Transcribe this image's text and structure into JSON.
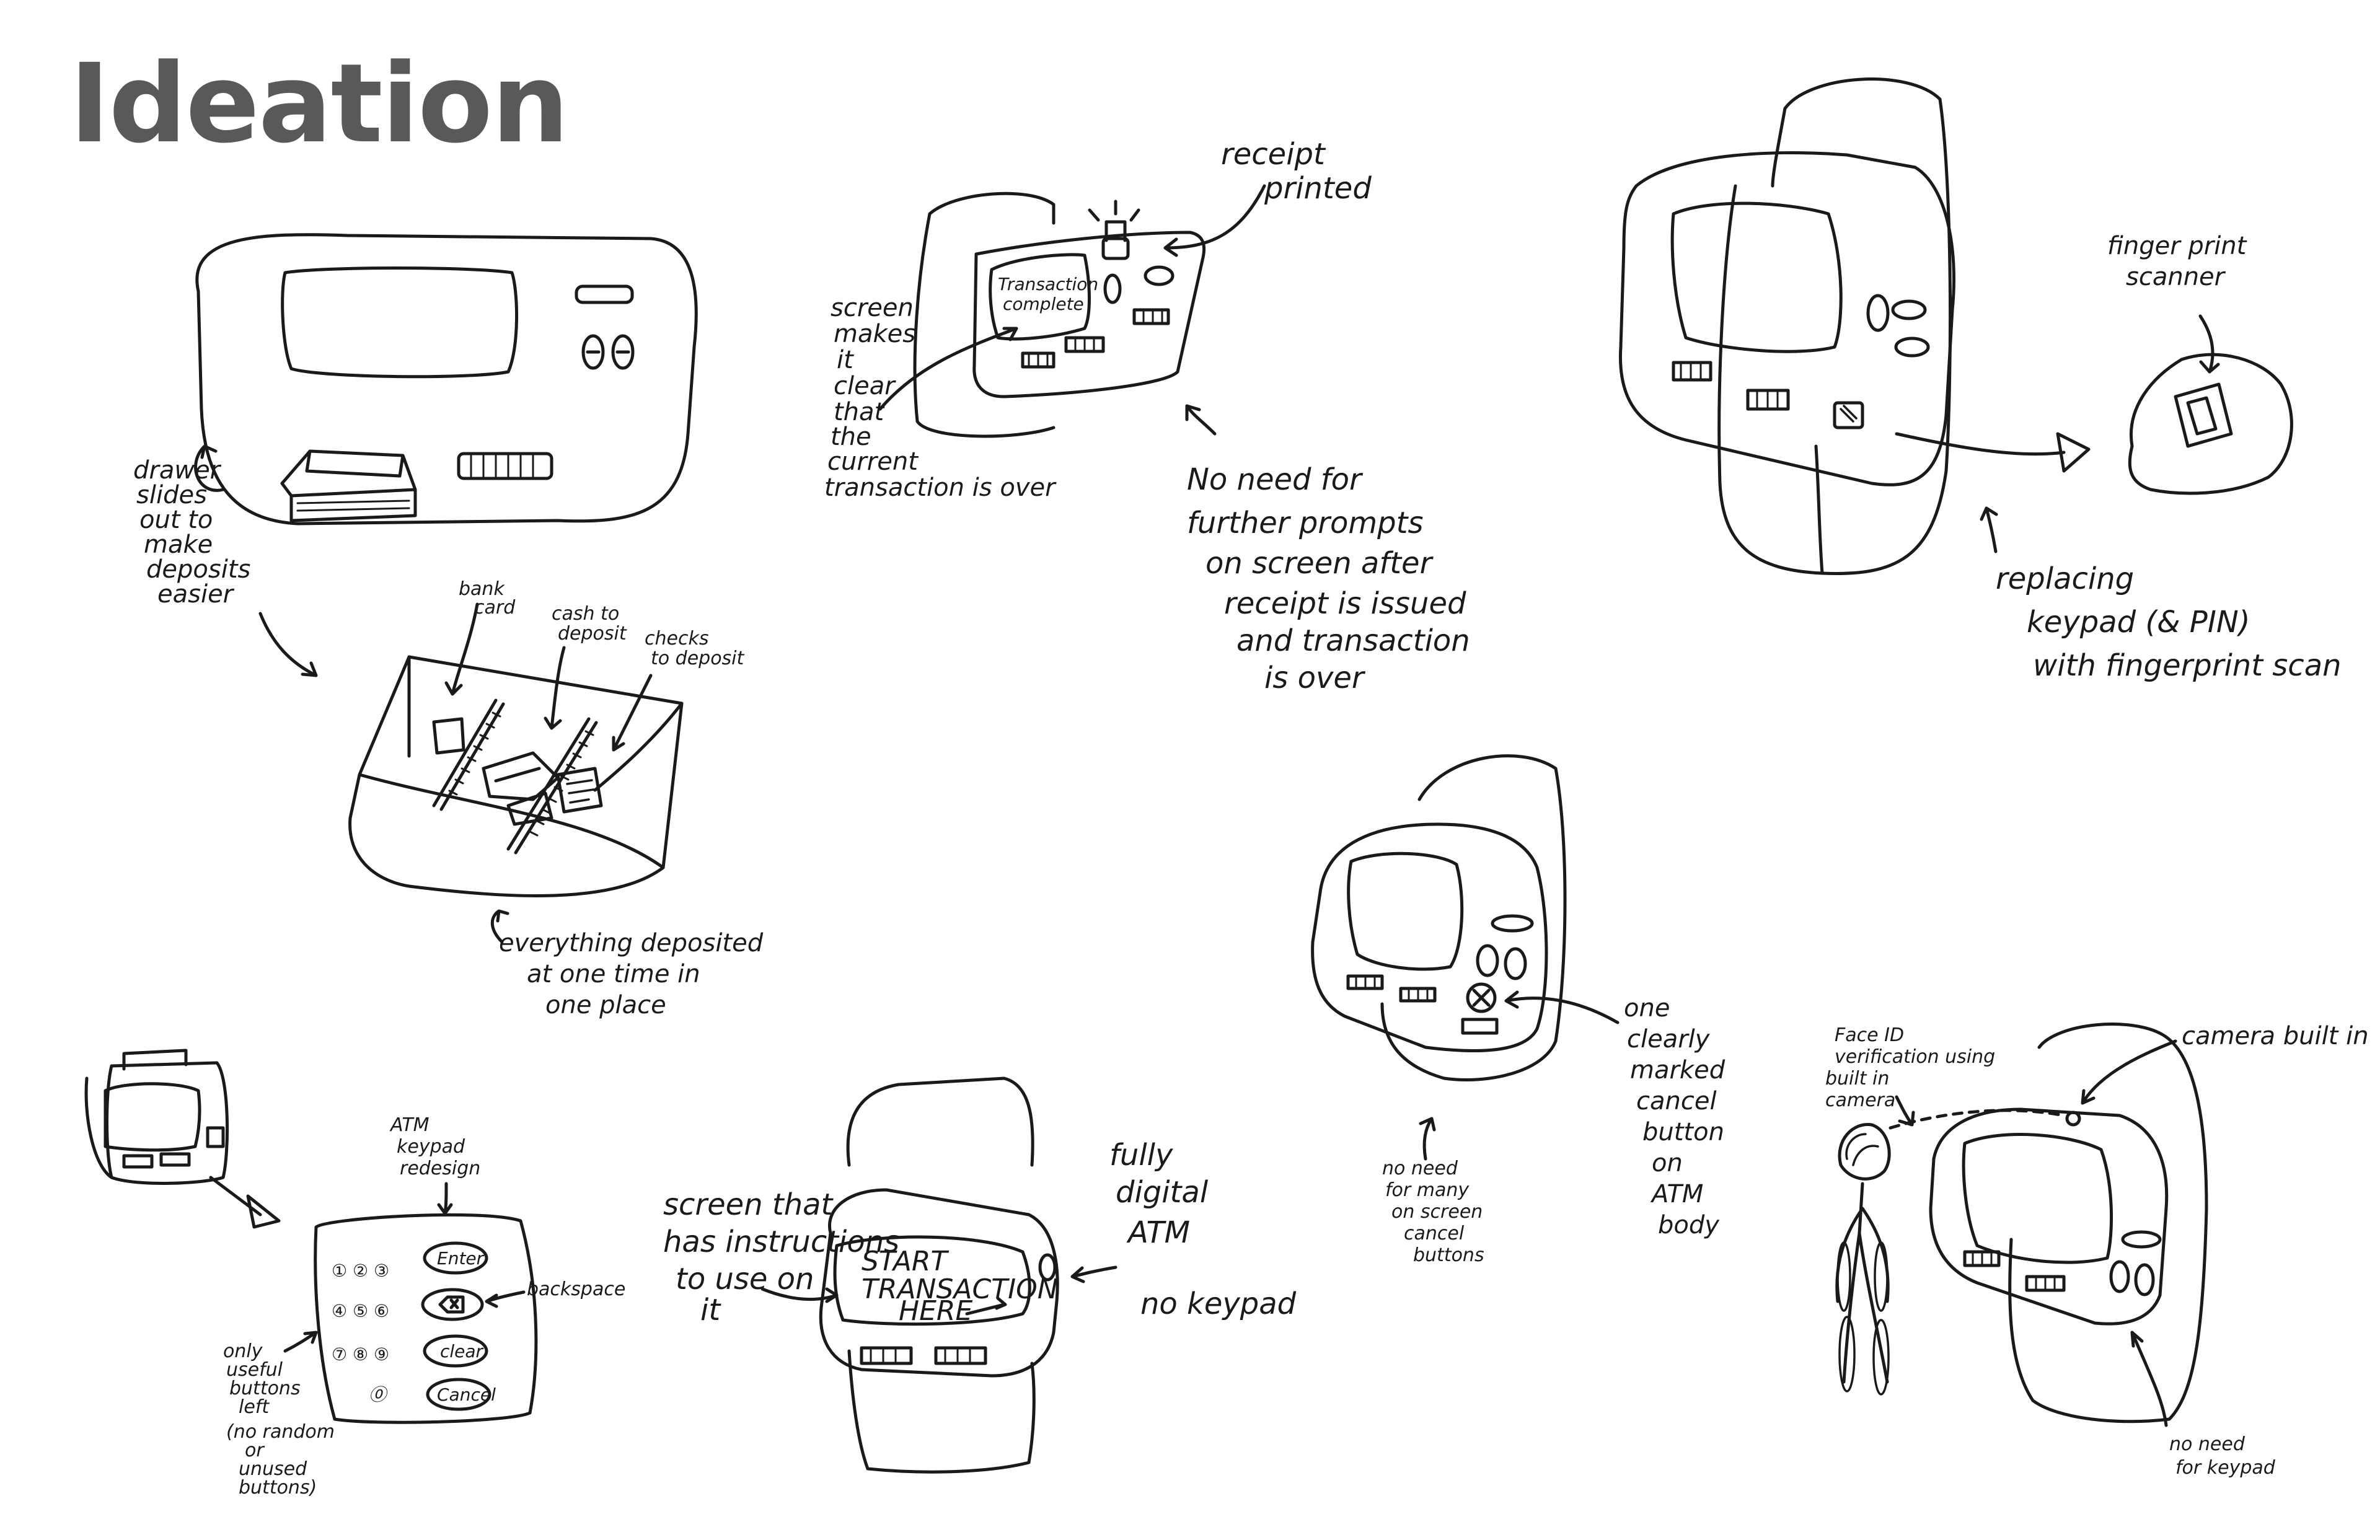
{
  "title": "Ideation",
  "notes": {
    "drawer": [
      "drawer",
      "slides",
      "out to",
      "make",
      "deposits",
      "easier"
    ],
    "bank_card": [
      "bank",
      "card"
    ],
    "cash": [
      "cash to",
      "deposit"
    ],
    "checks": [
      "checks",
      "to deposit"
    ],
    "everything": [
      "everything deposited",
      "at one time in",
      "one place"
    ],
    "screen_clear": [
      "screen",
      "makes",
      "it",
      "clear",
      "that",
      "the",
      "current",
      "transaction is over"
    ],
    "receipt": [
      "receipt",
      "printed"
    ],
    "no_prompts": [
      "No need for",
      "further prompts",
      "on screen after",
      "receipt is issued",
      "and transaction",
      "is over"
    ],
    "fingerprint_scanner": [
      "finger print",
      "scanner"
    ],
    "replacing": [
      "replacing",
      "keypad (& PIN)",
      "with fingerprint scan"
    ],
    "transaction_complete": [
      "Transaction",
      "complete"
    ],
    "keypad_redesign": [
      "ATM",
      "keypad",
      "redesign"
    ],
    "backspace": "backspace",
    "only_useful": [
      "only",
      "useful",
      "buttons",
      "left",
      "(no random",
      "or",
      "unused",
      "buttons)"
    ],
    "screen_instructions": [
      "screen that",
      "has instructions",
      "to use on",
      "it"
    ],
    "start_transaction": [
      "START",
      "TRANSACTION",
      "HERE"
    ],
    "fully_digital": [
      "fully",
      "digital",
      "ATM"
    ],
    "no_keypad": "no keypad",
    "cancel_button": [
      "one",
      "clearly",
      "marked",
      "cancel",
      "button",
      "on",
      "ATM",
      "body"
    ],
    "no_menu_cancel": [
      "no need",
      "for many",
      "on screen",
      "cancel",
      "buttons"
    ],
    "face_id": [
      "Face ID",
      "verification using",
      "built in",
      "camera"
    ],
    "camera_built_in": "camera built in",
    "no_need_keypad": [
      "no need",
      "for keypad"
    ],
    "keys": {
      "enter": "Enter",
      "clear": "clear",
      "cancel": "Cancel",
      "row1": "① ② ③",
      "row2": "④ ⑤ ⑥",
      "row3": "⑦ ⑧ ⑨",
      "zero": "⓪"
    }
  }
}
